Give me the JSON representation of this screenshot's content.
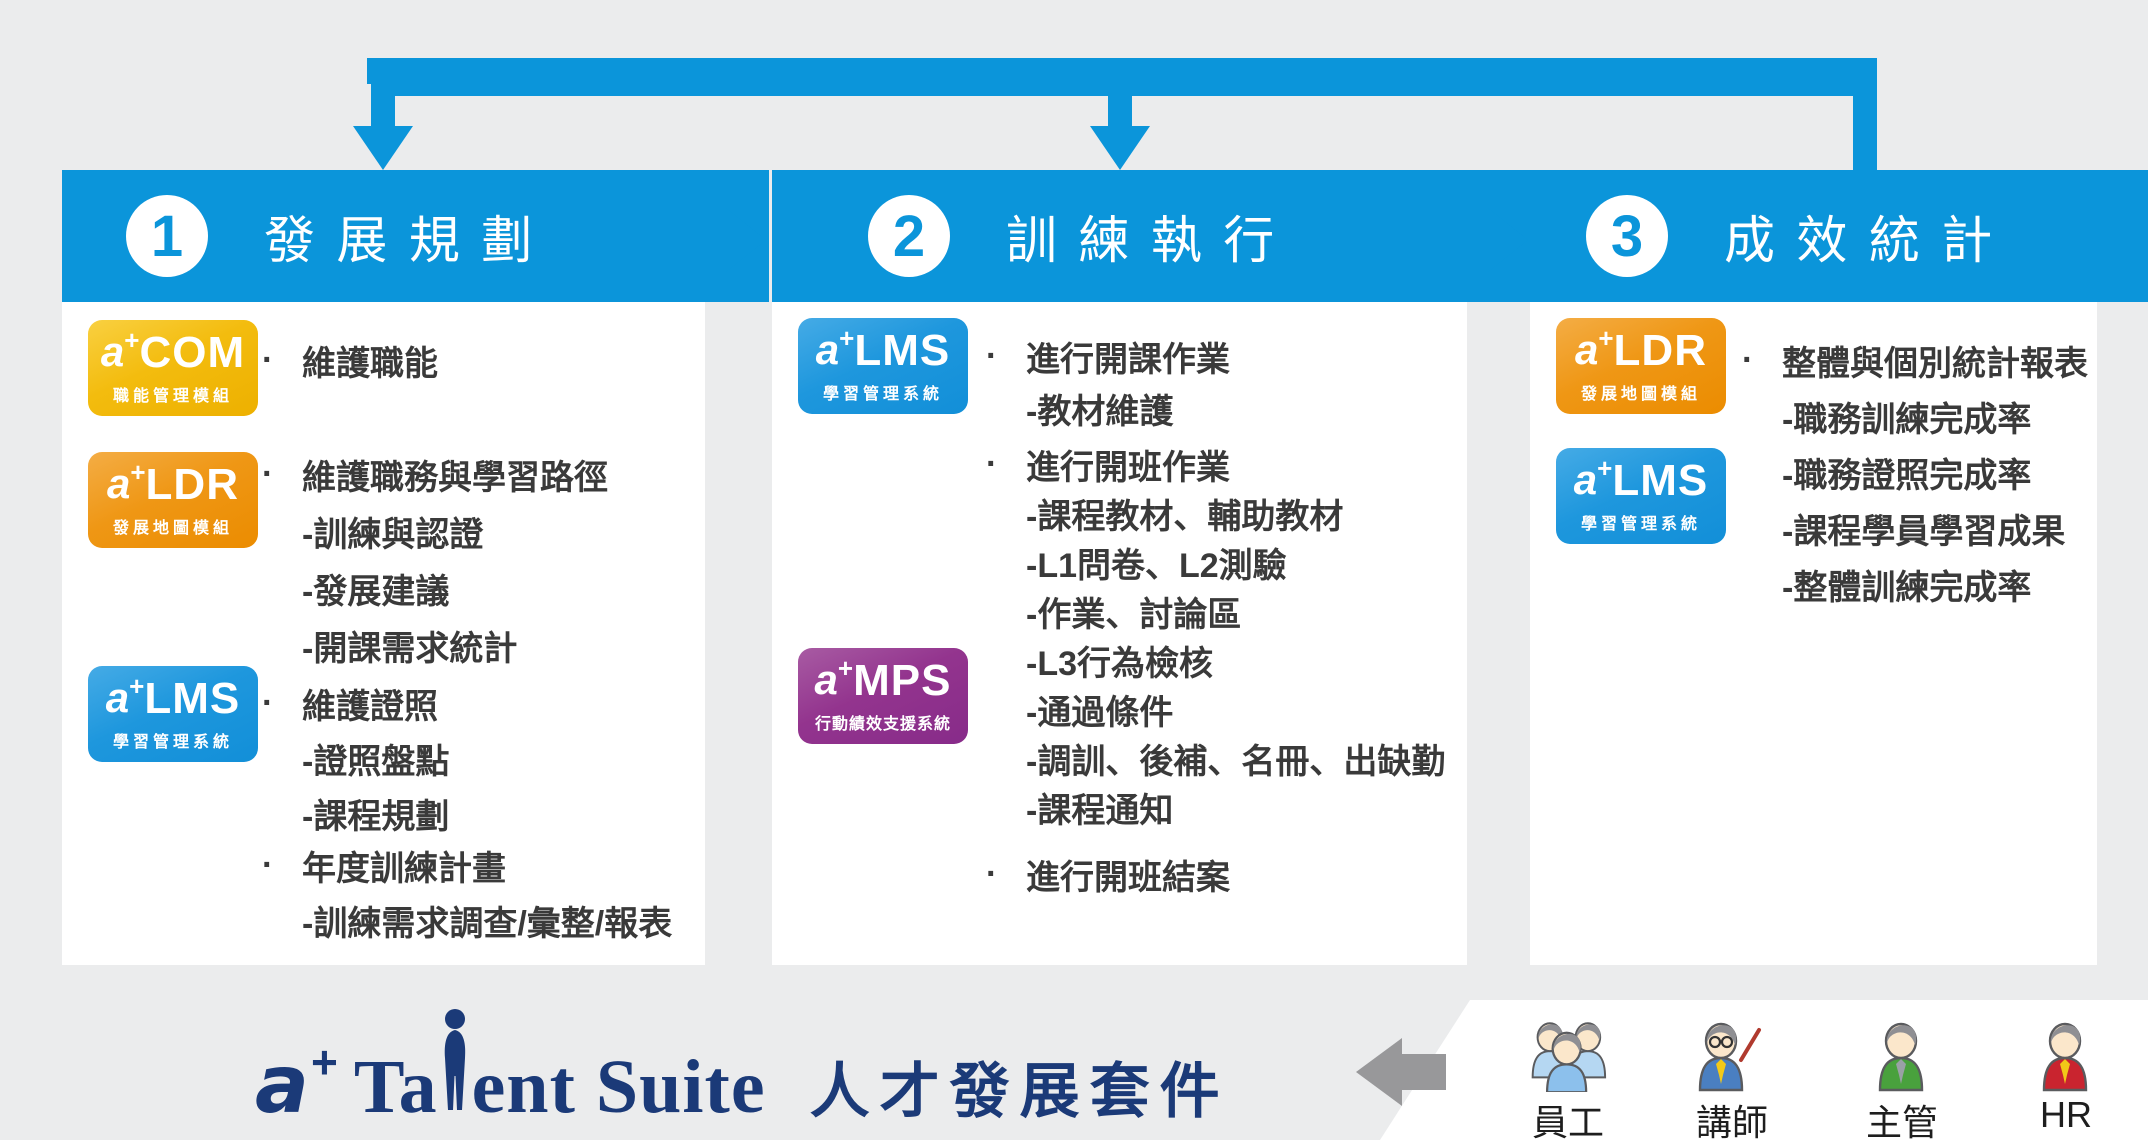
{
  "ui": {
    "bullet": "·",
    "badge_a": "a",
    "badge_plus": "+"
  },
  "colors": {
    "background": "#ebeced",
    "accent_blue": "#0b95da",
    "panel_bg": "#ffffff",
    "text": "#3a3a3a",
    "brand_navy": "#1b3a78",
    "badge_com_yellow": "#edb000",
    "badge_ldr_orange": "#eb8c00",
    "badge_lms_blue": "#128fd8",
    "badge_mps_purple": "#93348e",
    "back_arrow_gray": "#98989a"
  },
  "panels": [
    {
      "number": "1",
      "title": "發展規劃",
      "badges": [
        {
          "name": "COM",
          "subtitle": "職能管理模組"
        },
        {
          "name": "LDR",
          "subtitle": "發展地圖模組"
        },
        {
          "name": "LMS",
          "subtitle": "學習管理系統"
        }
      ],
      "groups": [
        {
          "head": "維護職能",
          "subs": []
        },
        {
          "head": "維護職務與學習路徑",
          "subs": [
            "-訓練與認證",
            "-發展建議",
            "-開課需求統計"
          ]
        },
        {
          "head": "維護證照",
          "subs": [
            "-證照盤點",
            "-課程規劃"
          ]
        },
        {
          "head": "年度訓練計畫",
          "subs": [
            "-訓練需求調查/彙整/報表"
          ]
        }
      ]
    },
    {
      "number": "2",
      "title": "訓練執行",
      "badges": [
        {
          "name": "LMS",
          "subtitle": "學習管理系統"
        },
        {
          "name": "MPS",
          "subtitle": "行動績效支援系統"
        }
      ],
      "groups": [
        {
          "head": "進行開課作業",
          "subs": [
            "-教材維護"
          ]
        },
        {
          "head": "進行開班作業",
          "subs": [
            "-課程教材、輔助教材",
            "-L1問卷、L2測驗",
            "-作業、討論區",
            "-L3行為檢核",
            "-通過條件",
            "-調訓、後補、名冊、出缺勤",
            "-課程通知"
          ]
        },
        {
          "head": "進行開班結案",
          "subs": []
        }
      ]
    },
    {
      "number": "3",
      "title": "成效統計",
      "badges": [
        {
          "name": "LDR",
          "subtitle": "發展地圖模組"
        },
        {
          "name": "LMS",
          "subtitle": "學習管理系統"
        }
      ],
      "groups": [
        {
          "head": "整體與個別統計報表",
          "subs": [
            "-職務訓練完成率",
            "-職務證照完成率",
            "-課程學員學習成果",
            "-整體訓練完成率"
          ]
        }
      ]
    }
  ],
  "footer": {
    "logo": {
      "a": "a",
      "plus": "+",
      "t1": "Ta",
      "t2": "ent Suite",
      "cjk": "人才發展套件"
    },
    "roles": [
      {
        "label": "員工"
      },
      {
        "label": "講師"
      },
      {
        "label": "主管"
      },
      {
        "label": "HR"
      }
    ]
  }
}
